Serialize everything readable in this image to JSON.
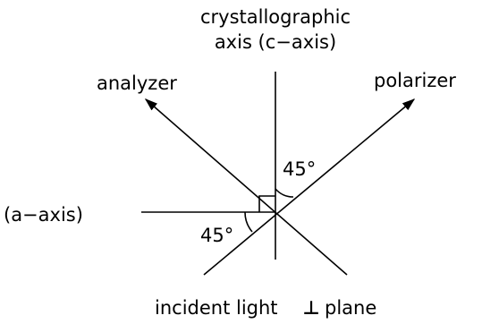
{
  "labels": {
    "c_axis_line1": "crystallographic",
    "c_axis_line2": "axis (c−axis)",
    "analyzer": "analyzer",
    "polarizer": "polarizer",
    "a_axis": "(a−axis)",
    "angle_upper": "45°",
    "angle_lower": "45°",
    "bottom_caption_part1": "incident light",
    "perp_symbol": "⊥",
    "bottom_caption_part2": "plane"
  },
  "angles": {
    "polarizer_to_c_axis_deg": 45,
    "a_axis_to_analyzer_deg": 45,
    "c_axis_to_a_axis_deg": 90
  },
  "colors": {
    "ink": "#000000",
    "background": "#ffffff"
  }
}
